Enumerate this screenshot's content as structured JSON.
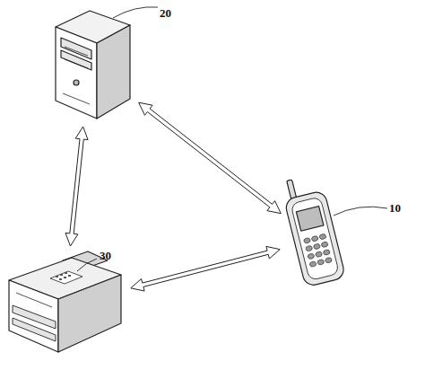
{
  "diagram": {
    "nodes": [
      {
        "text": [
          "20"
        ]
      },
      {
        "text": [
          "10"
        ]
      },
      {
        "text": [
          "30"
        ]
      }
    ],
    "edges": [
      {
        "from": 0,
        "to": 1,
        "arrow": "both"
      },
      {
        "from": 0,
        "to": 2,
        "arrow": "both"
      },
      {
        "from": 2,
        "to": 1,
        "arrow": "both"
      }
    ]
  }
}
